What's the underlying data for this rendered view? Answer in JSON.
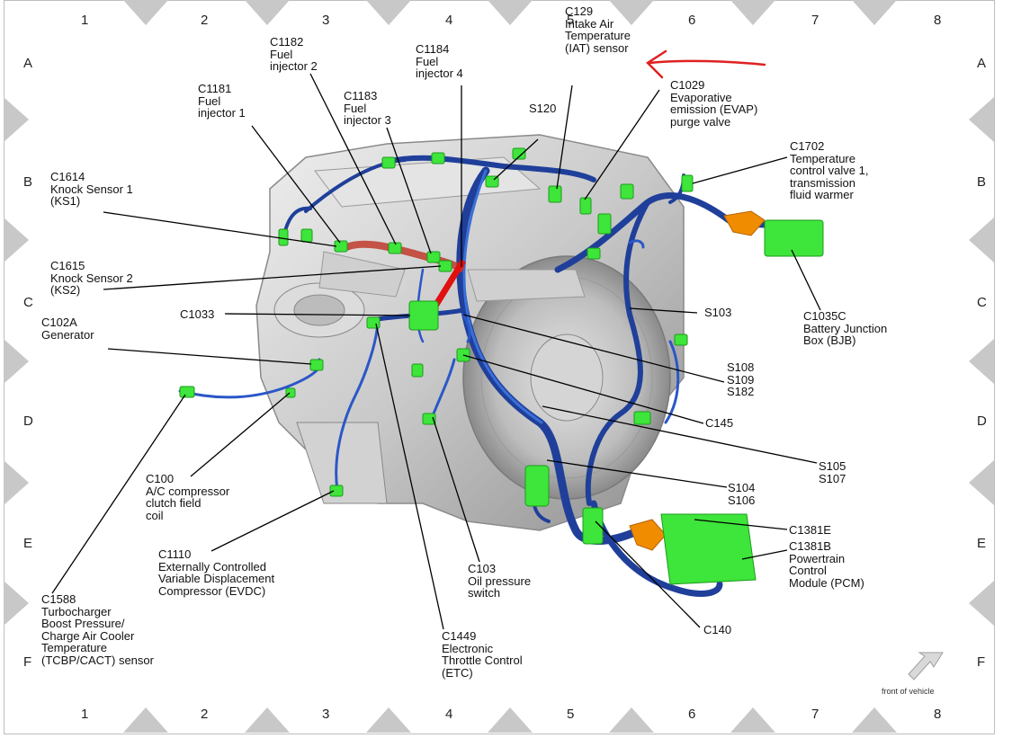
{
  "grid": {
    "columns": [
      "1",
      "2",
      "3",
      "4",
      "5",
      "6",
      "7",
      "8"
    ],
    "rows": [
      "A",
      "B",
      "C",
      "D",
      "E",
      "F"
    ]
  },
  "labels": {
    "c1182": "C1182\nFuel\ninjector 2",
    "c1184": "C1184\nFuel\ninjector 4",
    "c129": "C129\nIntake Air\nTemperature\n(IAT) sensor",
    "c1029": "C1029\nEvaporative\nemission (EVAP)\npurge valve",
    "c1181": "C1181\nFuel\ninjector 1",
    "c1183": "C1183\nFuel\ninjector 3",
    "s120": "S120",
    "c1702": "C1702\nTemperature\ncontrol valve 1,\ntransmission\nfluid warmer",
    "c1614": "C1614\nKnock Sensor 1\n(KS1)",
    "c1615": "C1615\nKnock Sensor 2\n(KS2)",
    "c1033": "C1033",
    "s103": "S103",
    "c1035c": "C1035C\nBattery Junction\nBox (BJB)",
    "c102a": "C102A\nGenerator",
    "s108": "S108\nS109\nS182",
    "c145": "C145",
    "s105": "S105\nS107",
    "c100": "C100\nA/C compressor\nclutch field\ncoil",
    "s104": "S104\nS106",
    "c1381e": "C1381E",
    "c1381b": "C1381B\nPowertrain\nControl\nModule (PCM)",
    "c1110": "C1110\nExternally Controlled\nVariable Displacement\nCompressor (EVDC)",
    "c103": "C103\nOil pressure\nswitch",
    "c140": "C140",
    "c1588": "C1588\nTurbocharger\nBoost Pressure/\nCharge Air Cooler\nTemperature\n(TCBP/CACT) sensor",
    "c1449": "C1449\nElectronic\nThrottle Control\n(ETC)",
    "front": "front of vehicle"
  },
  "colors": {
    "harness": "#1f3f9a",
    "harness_light": "#3a6fd8",
    "connector": "#3ee53a",
    "connector_dark": "#1c9a1c",
    "knock_harness": "#c0392b",
    "red_lead": "#e01010",
    "orange_boot": "#f08c00",
    "engine": "#c9c9c9",
    "annotation_arrow": "#e02020",
    "grid_triangle": "#c8c8c8"
  },
  "icons": {
    "front_arrow": "front-of-vehicle-arrow-icon",
    "annotation": "red-annotation-arrow-icon"
  }
}
